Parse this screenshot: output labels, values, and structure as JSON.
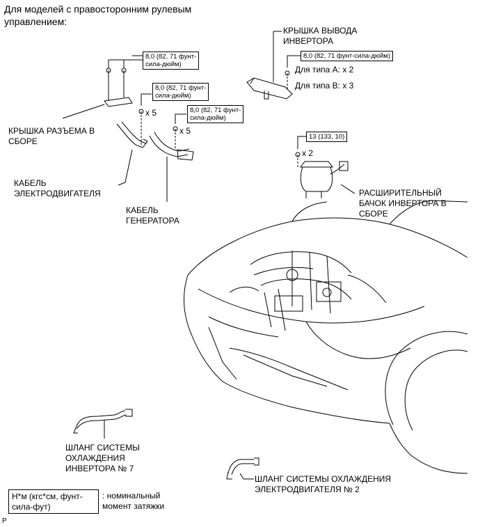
{
  "header": {
    "line1": "Для моделей с правосторонним рулевым",
    "line2": "управлением:"
  },
  "torque_boxes": {
    "connector_cover_l1": "8,0 (82, 71 фунт-",
    "connector_cover_l2": "сила-дюйм)",
    "motor_cable_l1": "8,0 (82, 71 фунт-",
    "motor_cable_l2": "сила-дюйм)",
    "generator_cable_l1": "8,0 (82, 71 фунт-",
    "generator_cable_l2": "сила-дюйм)",
    "terminal_cover": "8,0 (82, 71 фунт-сила-дюйм)",
    "reservoir": "13 (133, 10)"
  },
  "quantities": {
    "motor_cable": "x 5",
    "generator_cable": "x 5",
    "type_a": "Для типа A: x 2",
    "type_b": "Для типа B: x 3",
    "reservoir": "x 2"
  },
  "labels": {
    "terminal_cover_l1": "КРЫШКА ВЫВОДА",
    "terminal_cover_l2": "ИНВЕРТОРА",
    "connector_cover_l1": "КРЫШКА РАЗЪЕМА В",
    "connector_cover_l2": "СБОРЕ",
    "motor_cable_l1": "КАБЕЛЬ",
    "motor_cable_l2": "ЭЛЕКТРОДВИГАТЕЛЯ",
    "generator_cable_l1": "КАБЕЛЬ",
    "generator_cable_l2": "ГЕНЕРАТОРА",
    "reservoir_l1": "РАСШИРИТЕЛЬНЫЙ",
    "reservoir_l2": "БАЧОК ИНВЕРТОРА В",
    "reservoir_l3": "СБОРЕ",
    "hose7_l1": "ШЛАНГ СИСТЕМЫ",
    "hose7_l2": "ОХЛАЖДЕНИЯ",
    "hose7_l3": "ИНВЕРТОРА № 7",
    "hose2_l1": "ШЛАНГ СИСТЕМЫ ОХЛАЖДЕНИЯ",
    "hose2_l2": "ЭЛЕКТРОДВИГАТЕЛЯ № 2"
  },
  "legend": {
    "box_l1": "Н*м (кгс*см, фунт-",
    "box_l2": "сила-фут)",
    "desc_l1": ": номинальный",
    "desc_l2": "момент затяжки"
  },
  "corner_mark": "P"
}
